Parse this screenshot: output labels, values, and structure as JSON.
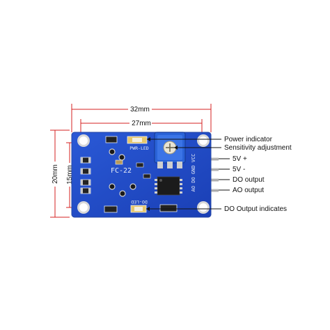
{
  "dimensions": {
    "width_outer": "32mm",
    "width_holes": "27mm",
    "height_outer": "20mm",
    "height_holes": "15mm"
  },
  "board": {
    "model": "FC-22",
    "pwr_led_label": "PWR-LED",
    "do_led_label": "DO-LED",
    "pin_labels": "AO DO GND VCC",
    "color_pcb": "#1f49c9",
    "color_pot": "#2a63d8"
  },
  "callouts": [
    {
      "text": "Power indicator"
    },
    {
      "text": "Sensitivity adjustment"
    },
    {
      "text": "5V +"
    },
    {
      "text": "5V -"
    },
    {
      "text": "DO output"
    },
    {
      "text": "AO output"
    },
    {
      "text": "DO Output indicates"
    }
  ]
}
